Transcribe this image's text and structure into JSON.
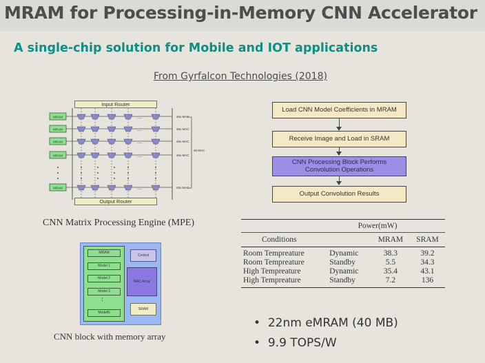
{
  "slide": {
    "title": "MRAM for Processing-in-Memory CNN Accelerator",
    "subtitle": "A single-chip solution for Mobile and IOT applications",
    "source": "From Gyrfalcon Technologies (2018)"
  },
  "mpe": {
    "caption": "CNN Matrix Processing Engine (MPE)",
    "input_router": "Input Router",
    "output_router": "Output Router",
    "mram_label": "MRAM",
    "mac_label": "45x MAC",
    "mac_total": "45 MAC",
    "dots": "....",
    "colors": {
      "router": "#f1edc6",
      "mram": "#8fe08e",
      "mac": "#8a8bc4"
    }
  },
  "flow": {
    "steps": [
      "Load CNN Model Coefficients in MRAM",
      "Receive Image and Load in SRAM",
      "CNN Processing Block Performs Convolution Operations",
      "Output Convolution Results"
    ],
    "colors": {
      "normal": "#f4e9c4",
      "highlight": "#9c8ee4"
    }
  },
  "cnn_block": {
    "caption": "CNN block with memory array",
    "mram": "MRAM",
    "models": [
      "Model 1",
      "Model 2",
      "Model 3"
    ],
    "dots": ":",
    "model_n": "ModelN",
    "control": "Control",
    "mac_array": "MAC Array",
    "sram": "SRAM"
  },
  "power_table": {
    "title": "Power(mW)",
    "headers": [
      "Conditions",
      "",
      "MRAM",
      "SRAM"
    ],
    "rows": [
      [
        "Room Tempreature",
        "Dynamic",
        "38.3",
        "39.2"
      ],
      [
        "Room Tempreature",
        "Standby",
        "5.5",
        "34.3"
      ],
      [
        "High Tempreature",
        "Dynamic",
        "35.4",
        "43.1"
      ],
      [
        "High Tempreature",
        "Standby",
        "7.2",
        "136"
      ]
    ]
  },
  "bullets": [
    "22nm eMRAM (40 MB)",
    "9.9 TOPS/W"
  ]
}
